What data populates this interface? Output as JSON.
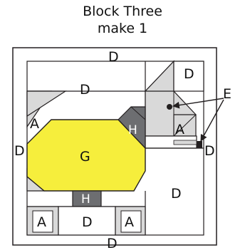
{
  "heading": {
    "line1": "Block Three",
    "line2": "make 1"
  },
  "piece_labels": {
    "top_border": "D",
    "upper_middle": "D",
    "upper_right": "D",
    "left_border": "D",
    "right_border": "D",
    "lower_right": "D",
    "bottom_middle": "D",
    "bottom_border": "D",
    "tail_triangle": "A",
    "head_triangle": "A",
    "bottom_left": "A",
    "bottom_right": "A",
    "body": "G",
    "upper_dark": "H",
    "lower_dark": "H"
  },
  "callout_label": "E",
  "colors": {
    "light_gray": "#d9d9d9",
    "dark_gray": "#6d6e71",
    "yellow": "#f6ee3c",
    "line": "#231f20",
    "white": "#ffffff"
  }
}
